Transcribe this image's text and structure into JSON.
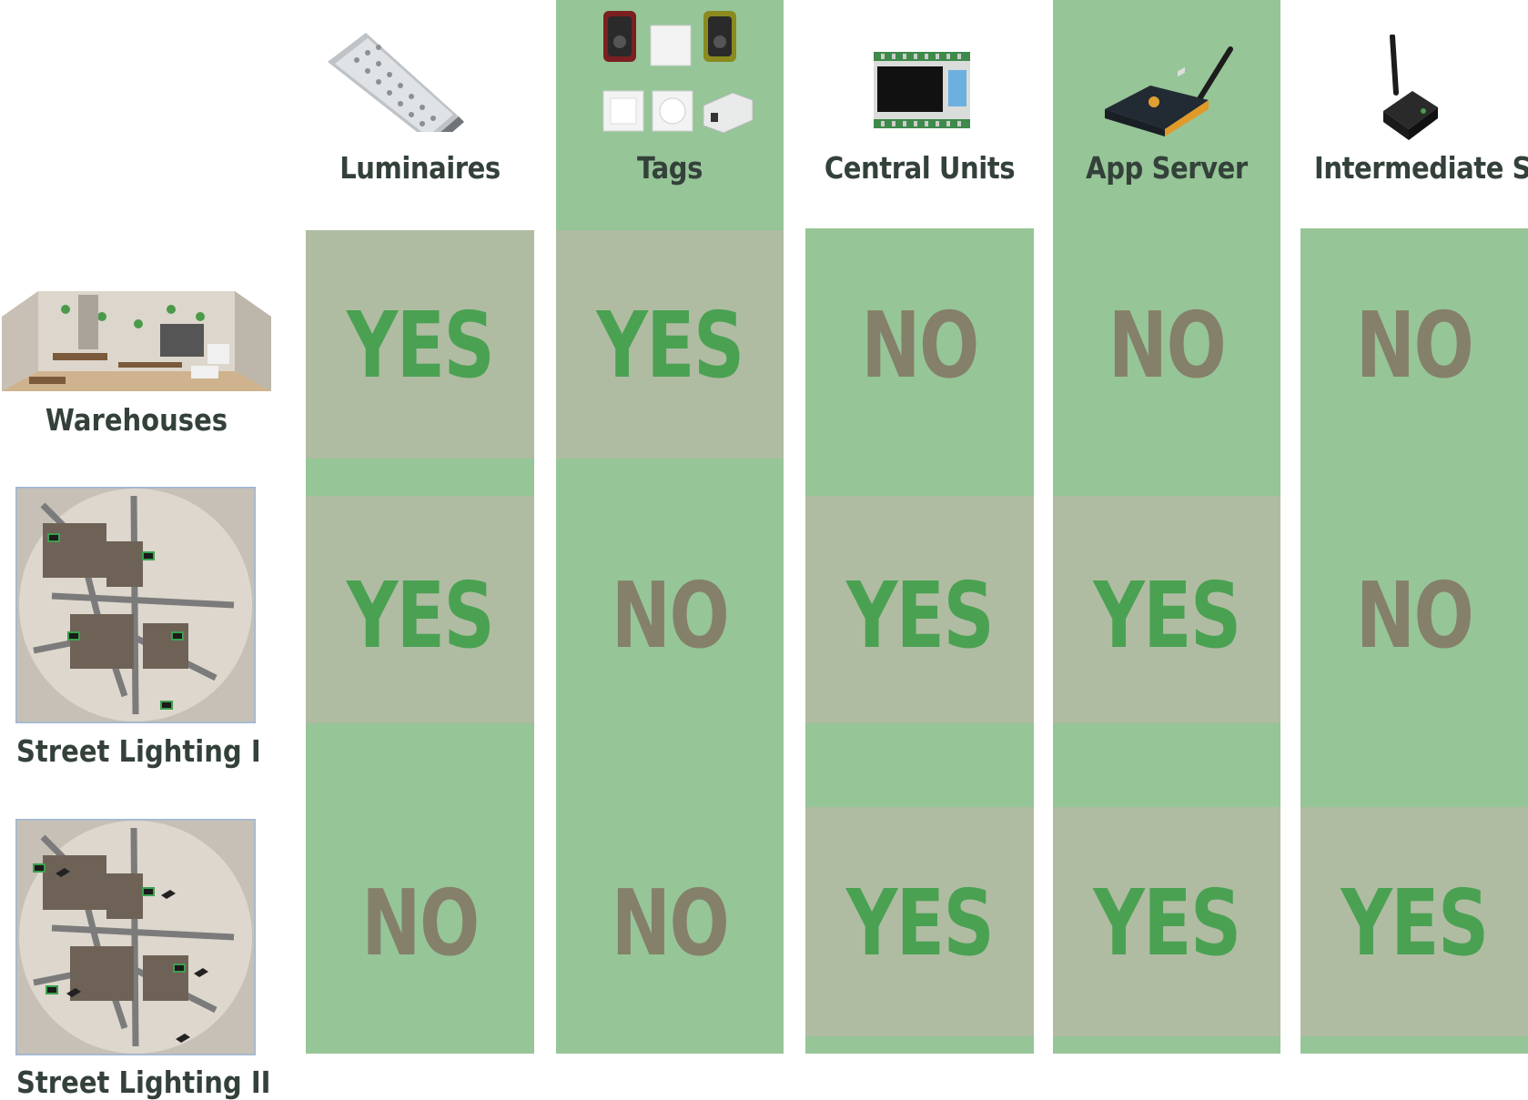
{
  "colors": {
    "green_band": "#96c597",
    "highlight_cell": "#afbca2",
    "yes_text": "#4aa152",
    "no_text": "#85806a",
    "label_text": "#34413a"
  },
  "columns": [
    {
      "label": "Luminaires",
      "icon": "luminaire-icon"
    },
    {
      "label": "Tags",
      "icon": "tags-icon"
    },
    {
      "label": "Central Units",
      "icon": "central-unit-icon"
    },
    {
      "label": "App Server",
      "icon": "app-server-icon"
    },
    {
      "label": "Intermediate S.",
      "icon": "intermediate-station-icon"
    }
  ],
  "rows": [
    {
      "label": "Warehouses",
      "icon": "warehouse-image",
      "values": [
        "YES",
        "YES",
        "NO",
        "NO",
        "NO"
      ]
    },
    {
      "label": "Street Lighting I",
      "icon": "street-map-image",
      "values": [
        "YES",
        "NO",
        "YES",
        "YES",
        "NO"
      ]
    },
    {
      "label": "Street Lighting II",
      "icon": "street-map-antenna-image",
      "values": [
        "NO",
        "NO",
        "YES",
        "YES",
        "YES"
      ]
    }
  ]
}
